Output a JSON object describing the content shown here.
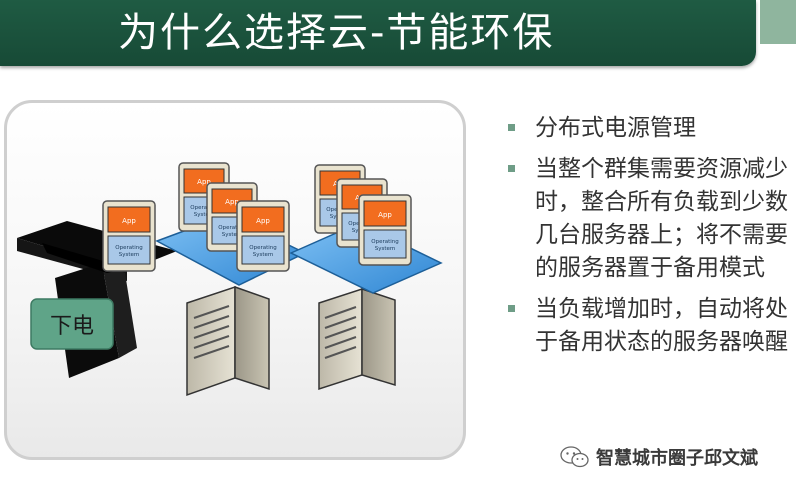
{
  "header": {
    "title": "为什么选择云-节能环保"
  },
  "diagram": {
    "powered_off_label": "下电",
    "app_label": "App",
    "os_label_line1": "Operating",
    "os_label_line2": "System"
  },
  "bullets": [
    "分布式电源管理",
    "当整个群集需要资源减少时，整合所有负载到少数几台服务器上；将不需要的服务器置于备用模式",
    "当负载增加时，自动将处于备用状态的服务器唤醒"
  ],
  "watermark": {
    "text": "智慧城市圈子邱文斌",
    "icon": "wechat-icon"
  },
  "colors": {
    "title_bar": "#1f5b43",
    "accent": "#8fb59e",
    "bullet": "#6f9d87",
    "app_box": "#f26d1f",
    "os_box": "#a9c8e8",
    "platform": "#3b8fd8",
    "label_box": "#5fa488"
  }
}
